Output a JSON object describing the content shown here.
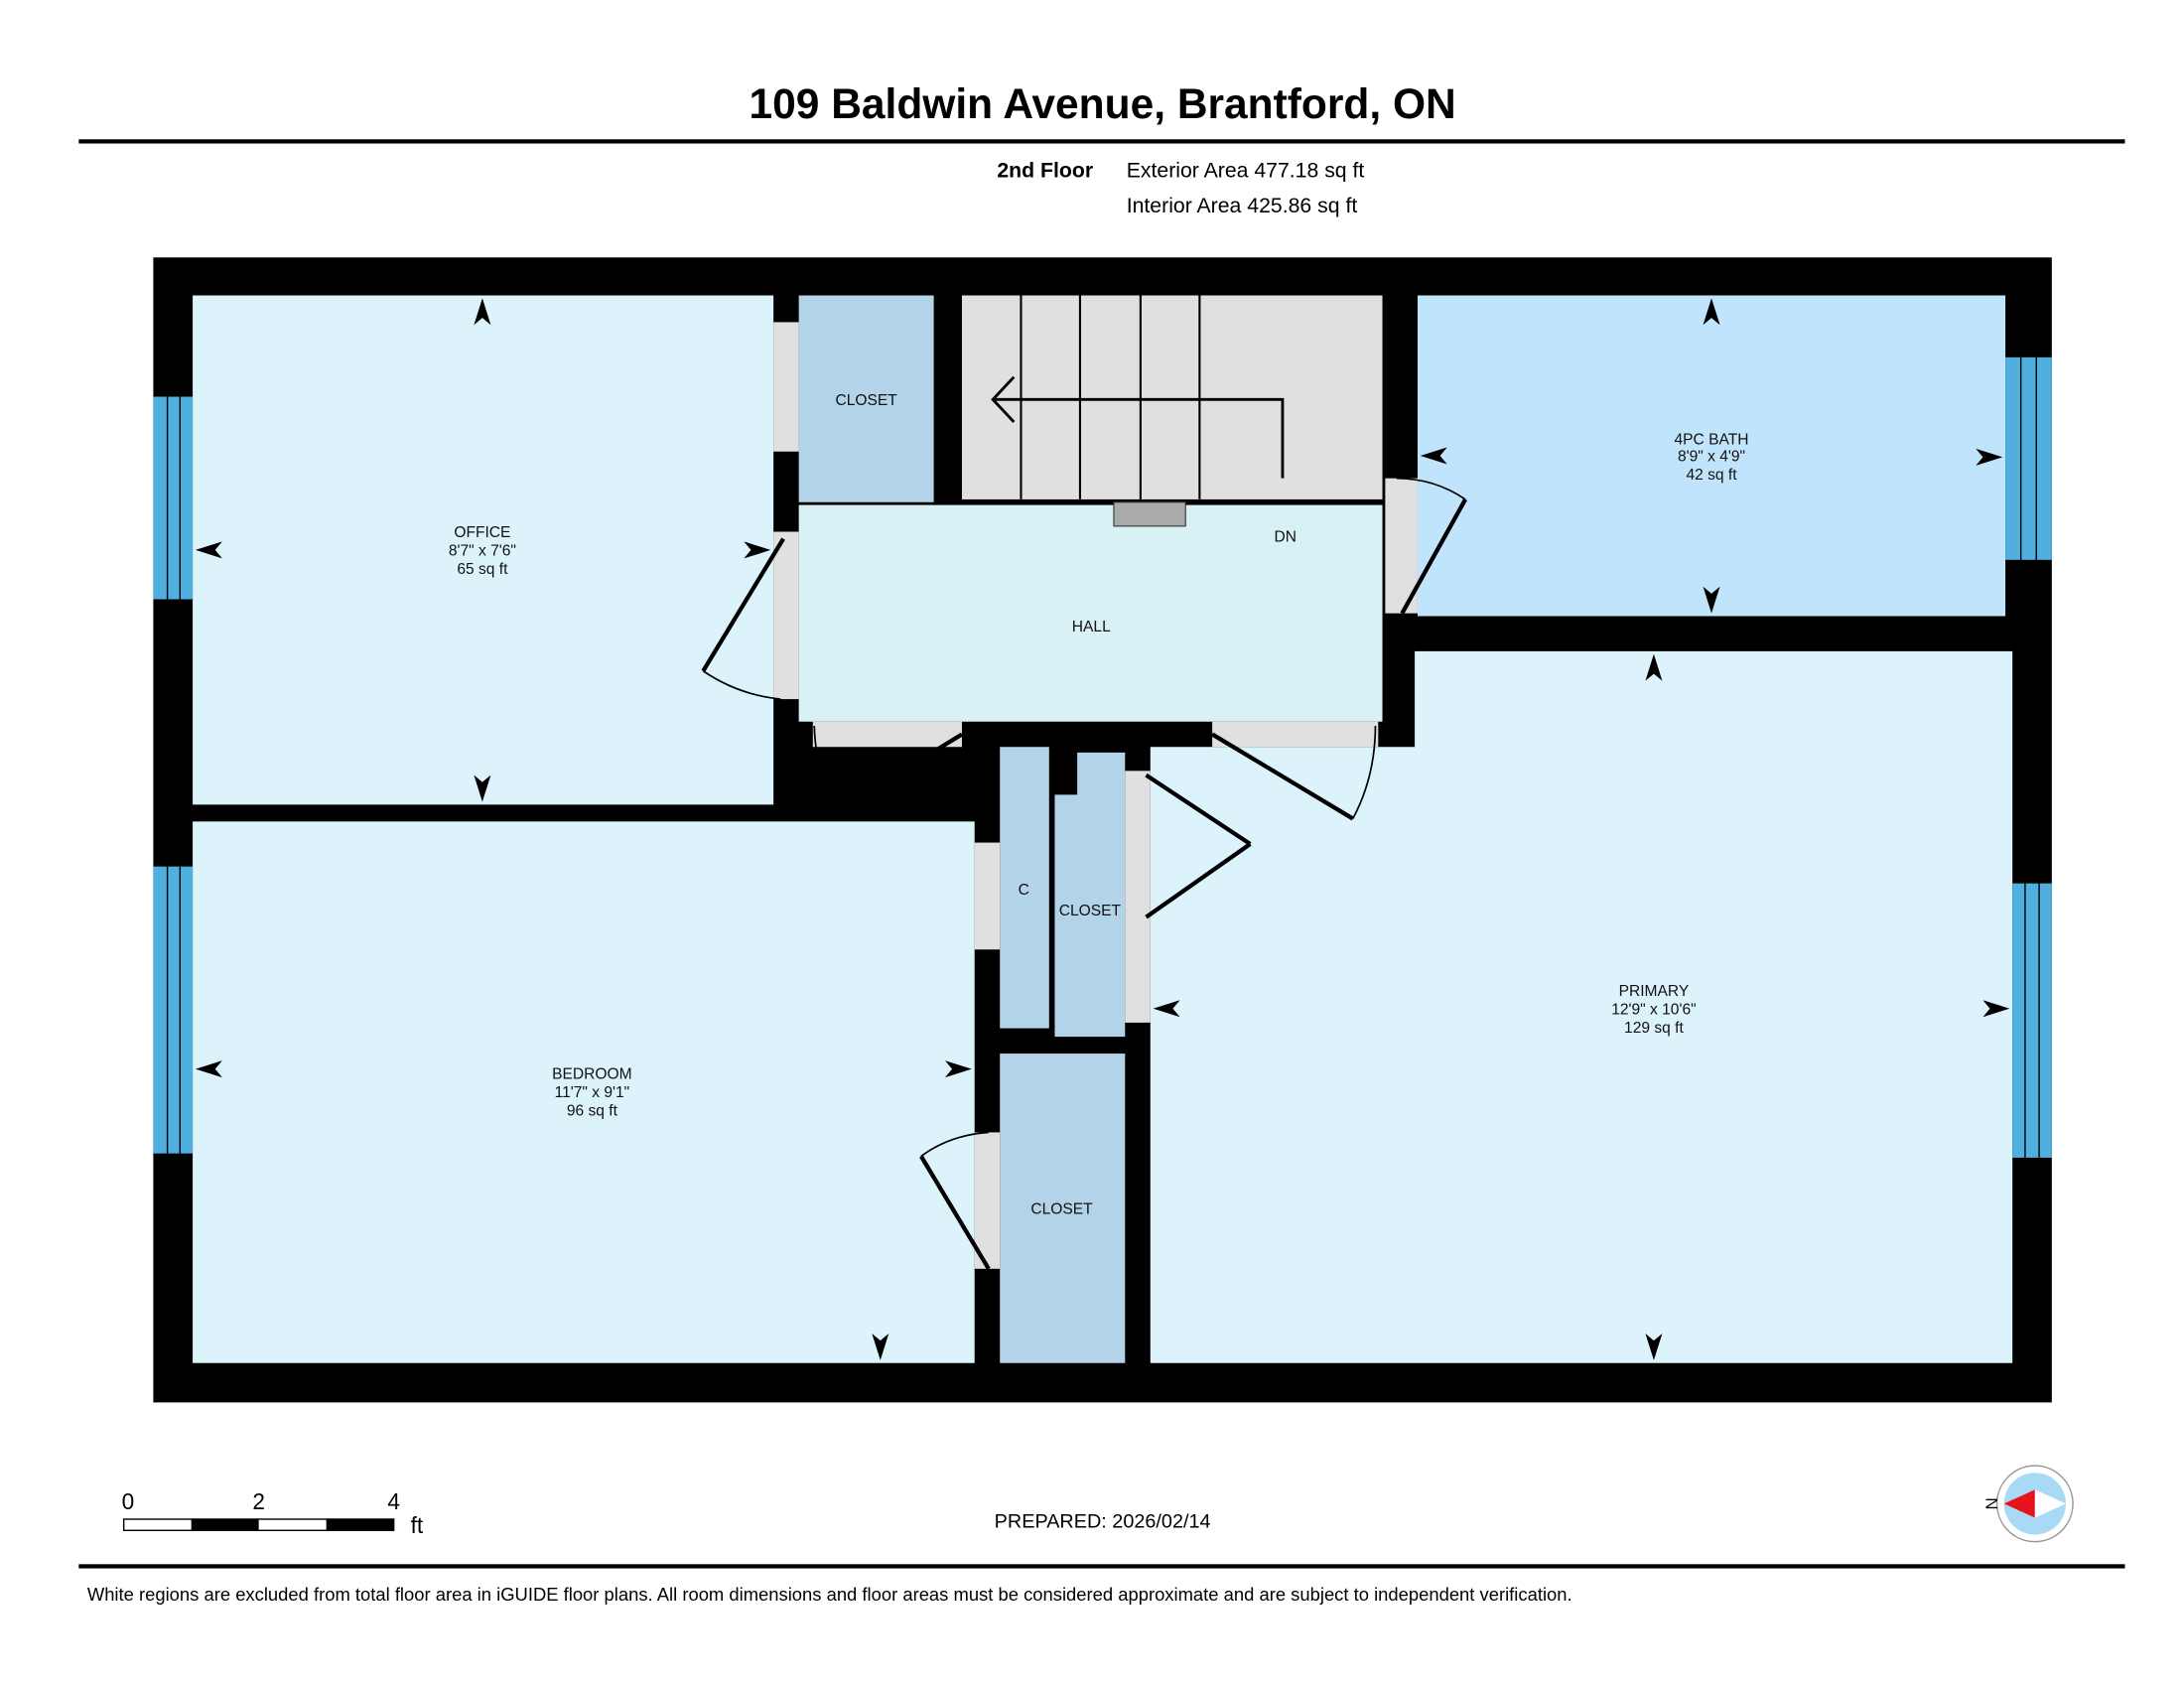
{
  "header": {
    "title": "109 Baldwin Avenue, Brantford, ON",
    "floor": "2nd Floor",
    "exterior_area": "Exterior Area 477.18 sq ft",
    "interior_area": "Interior Area 425.86 sq ft"
  },
  "rooms": {
    "office": {
      "name": "OFFICE",
      "dims": "8'7\" x 7'6\"",
      "area": "65 sq ft"
    },
    "closet_top": {
      "name": "CLOSET"
    },
    "hall": {
      "name": "HALL"
    },
    "stairs": {
      "label": "DN"
    },
    "bath": {
      "name": "4PC BATH",
      "dims": "8'9\" x 4'9\"",
      "area": "42 sq ft"
    },
    "primary": {
      "name": "PRIMARY",
      "dims": "12'9\" x 10'6\"",
      "area": "129 sq ft"
    },
    "bedroom": {
      "name": "BEDROOM",
      "dims": "11'7\" x 9'1\"",
      "area": "96 sq ft"
    },
    "closet_c": {
      "name": "C"
    },
    "closet_mid": {
      "name": "CLOSET"
    },
    "closet_bottom": {
      "name": "CLOSET"
    }
  },
  "scale": {
    "ticks": [
      "0",
      "2",
      "4"
    ],
    "unit": "ft"
  },
  "prepared": "PREPARED: 2026/02/14",
  "compass": {
    "label": "N"
  },
  "footer": {
    "disclaimer": "White regions are excluded from total floor area in iGUIDE floor plans. All room dimensions and floor areas must be considered approximate and are subject to independent verification."
  },
  "colors": {
    "room": "#dcf3fc",
    "bath": "#c0e4fb",
    "hall": "#d8f1f4",
    "closet": "#b3d3e8",
    "window": "#4fb0e0",
    "stairs": "#e0e0e0"
  }
}
